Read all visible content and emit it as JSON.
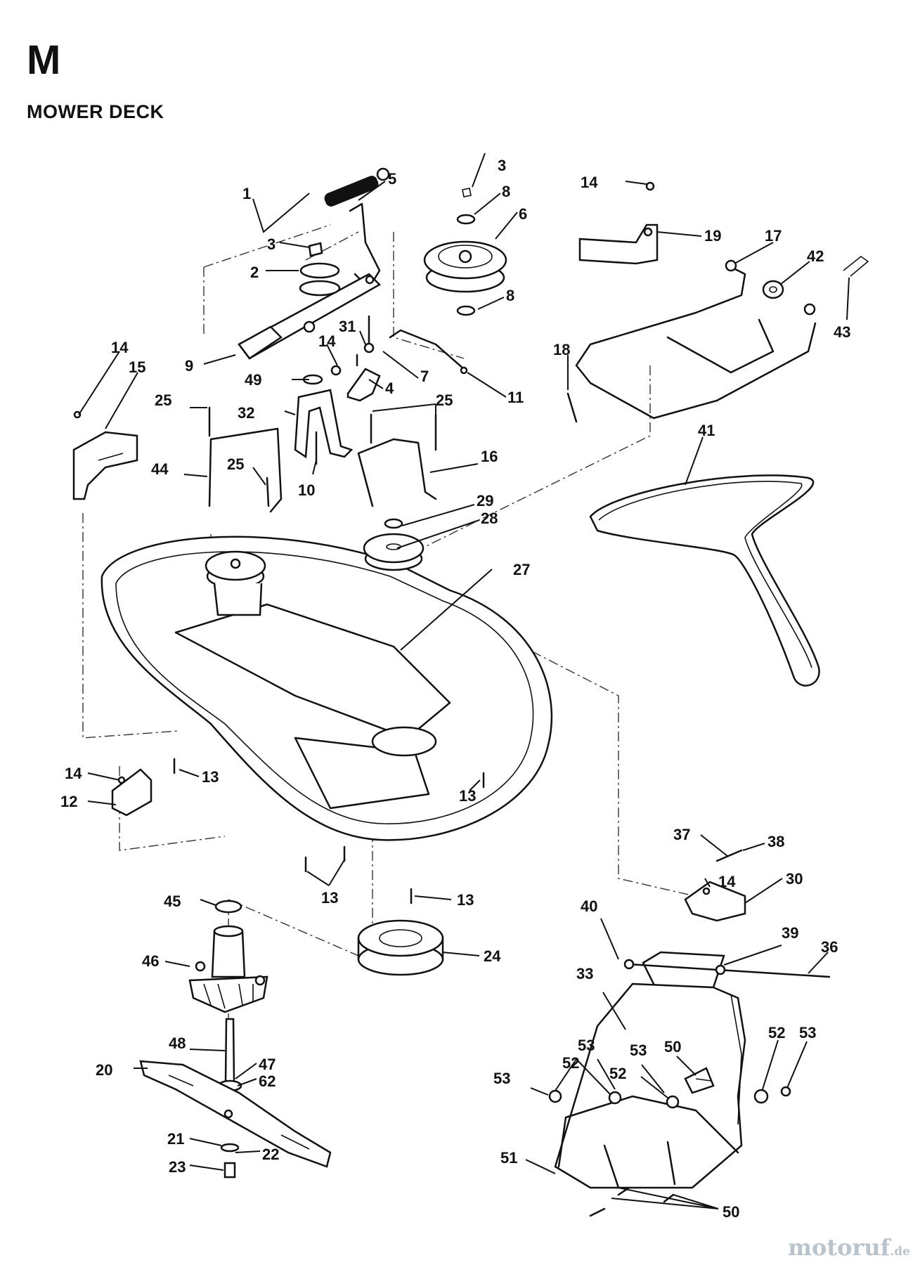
{
  "page": {
    "section_letter": "M",
    "section_title": "MOWER DECK"
  },
  "diagram": {
    "parts": [
      {
        "id": "1"
      },
      {
        "id": "2"
      },
      {
        "id": "3"
      },
      {
        "id": "4"
      },
      {
        "id": "5"
      },
      {
        "id": "6"
      },
      {
        "id": "7"
      },
      {
        "id": "8"
      },
      {
        "id": "9"
      },
      {
        "id": "10"
      },
      {
        "id": "11"
      },
      {
        "id": "12"
      },
      {
        "id": "13"
      },
      {
        "id": "14"
      },
      {
        "id": "15"
      },
      {
        "id": "16"
      },
      {
        "id": "17"
      },
      {
        "id": "18"
      },
      {
        "id": "19"
      },
      {
        "id": "20"
      },
      {
        "id": "21"
      },
      {
        "id": "22"
      },
      {
        "id": "23"
      },
      {
        "id": "24"
      },
      {
        "id": "25"
      },
      {
        "id": "27"
      },
      {
        "id": "28"
      },
      {
        "id": "29"
      },
      {
        "id": "30"
      },
      {
        "id": "31"
      },
      {
        "id": "32"
      },
      {
        "id": "33"
      },
      {
        "id": "36"
      },
      {
        "id": "37"
      },
      {
        "id": "38"
      },
      {
        "id": "39"
      },
      {
        "id": "40"
      },
      {
        "id": "41"
      },
      {
        "id": "42"
      },
      {
        "id": "43"
      },
      {
        "id": "44"
      },
      {
        "id": "45"
      },
      {
        "id": "46"
      },
      {
        "id": "47"
      },
      {
        "id": "48"
      },
      {
        "id": "49"
      },
      {
        "id": "50"
      },
      {
        "id": "51"
      },
      {
        "id": "52"
      },
      {
        "id": "53"
      },
      {
        "id": "62"
      }
    ]
  },
  "watermark": {
    "brand": "motoruf",
    "tld": ".de",
    "color": "#b9c3cc"
  }
}
